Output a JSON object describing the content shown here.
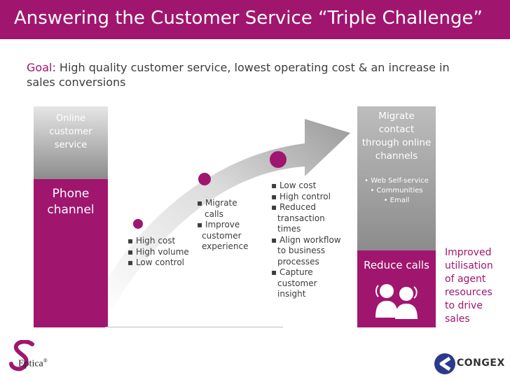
{
  "title": "Answering the Customer Service “Triple Challenge”",
  "goal": {
    "label": "Goal:",
    "text": " High quality customer service, lowest operating cost & an increase in sales conversions"
  },
  "left_column": {
    "top_lines": [
      "Online",
      "customer",
      "service"
    ],
    "bottom_lines": [
      "Phone",
      "channel"
    ]
  },
  "stage1": [
    "High cost",
    "High volume",
    "Low control"
  ],
  "stage2": [
    "Migrate",
    "calls",
    "Improve",
    "customer",
    "experience"
  ],
  "stage3": [
    "Low cost",
    "High control",
    "Reduced",
    "transaction",
    "times",
    "Align workflow",
    "to business",
    "processes",
    "Capture",
    "customer",
    "insight"
  ],
  "right_column": {
    "title_lines": [
      "Migrate",
      "contact",
      "through online",
      "channels"
    ],
    "items": [
      "• Web Self-service",
      "• Communities",
      "• Email"
    ],
    "bottom_label": "Reduce calls"
  },
  "outcome_lines": [
    "Improved",
    "utilisation",
    "of agent",
    "resources",
    "to drive",
    "sales"
  ],
  "logos": {
    "left": "Eptica",
    "left_mark": "®",
    "right": "CONGEX"
  },
  "colors": {
    "brand": "#a0166e",
    "gray": "#8c8c8c",
    "text": "#3d3d3d"
  }
}
